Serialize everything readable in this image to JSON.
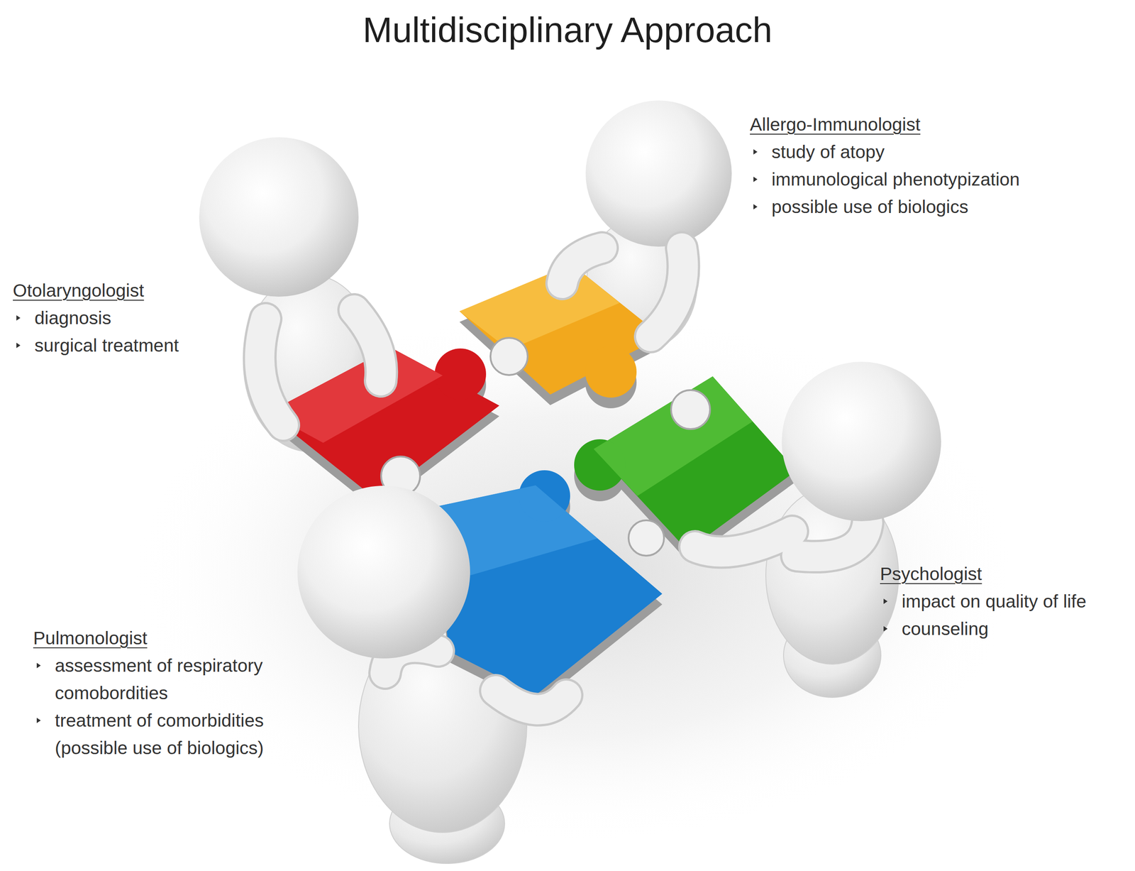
{
  "diagram": {
    "title": "Multidisciplinary Approach",
    "labels": [
      "Allergo-Immunologist",
      "study of atopy",
      "immunological phenotypization",
      "possible use of biologics",
      "Otolaryngologist",
      "diagnosis",
      "surgical treatment",
      "Psychologist",
      "impact on quality of life",
      "counseling",
      "Pulmonologist",
      "assessment of respiratory comobordities",
      "treatment of comorbidities (possible use of biologics)"
    ]
  }
}
